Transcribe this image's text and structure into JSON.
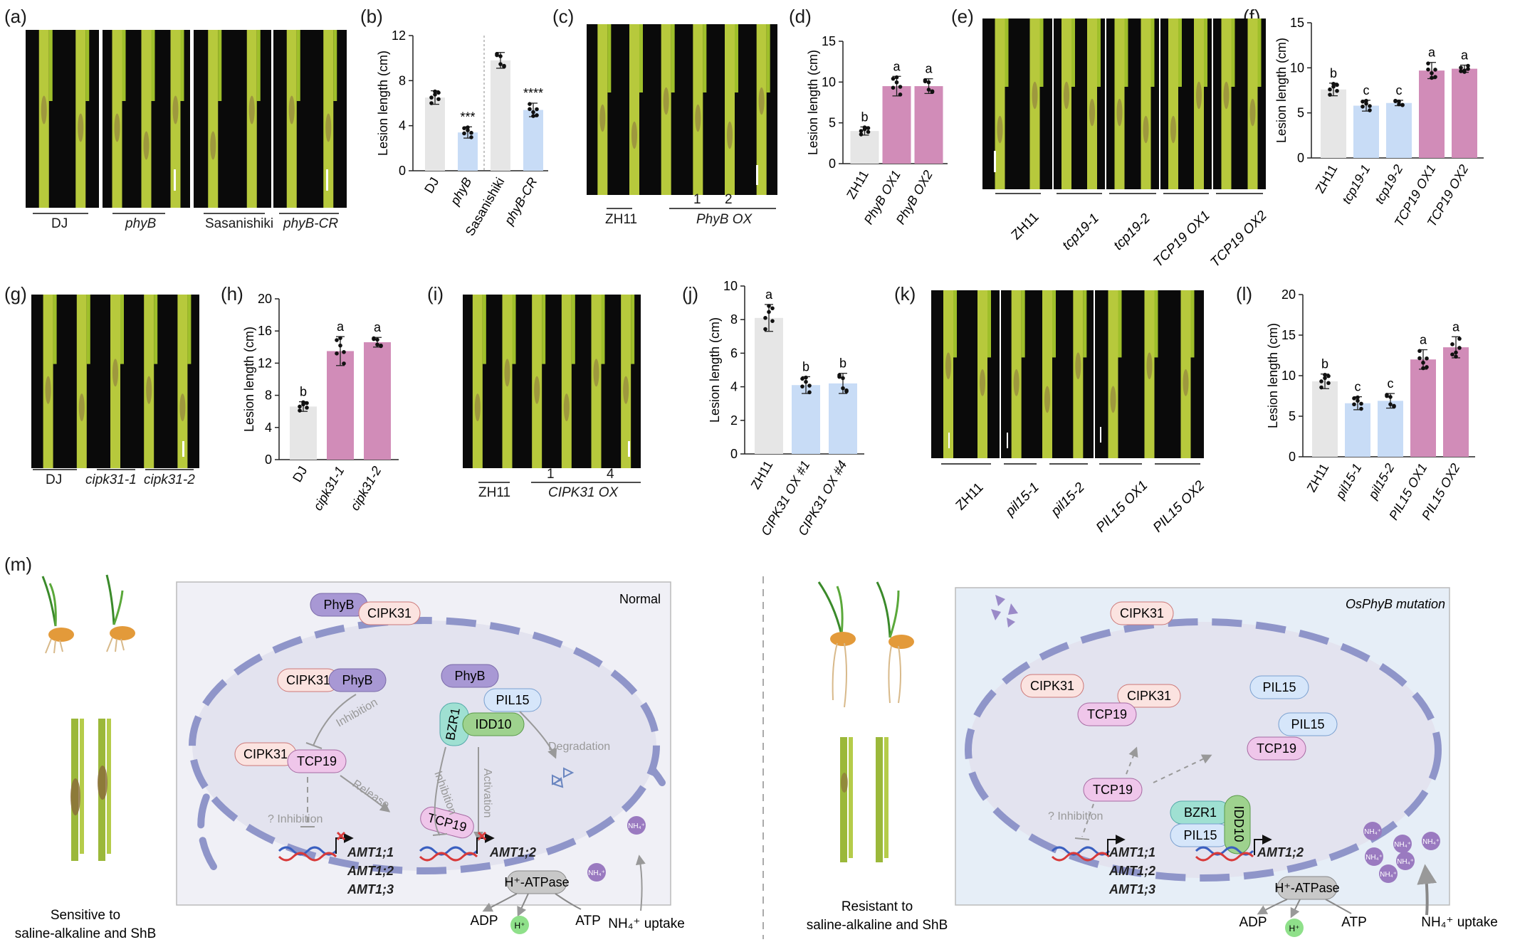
{
  "panels": {
    "a": {
      "letter": "(a)",
      "labels": [
        "DJ",
        "phyB",
        "Sasanishiki",
        "phyB-CR"
      ]
    },
    "b": {
      "letter": "(b)",
      "chart": 0
    },
    "c": {
      "letter": "(c)",
      "labels": [
        "ZH11",
        "PhyB OX"
      ],
      "lines": [
        "1",
        "2"
      ]
    },
    "d": {
      "letter": "(d)",
      "chart": 1
    },
    "e": {
      "letter": "(e)",
      "labels": [
        "ZH11",
        "tcp19-1",
        "tcp19-2",
        "TCP19 OX1",
        "TCP19 OX2"
      ]
    },
    "f": {
      "letter": "(f)",
      "chart": 2
    },
    "g": {
      "letter": "(g)",
      "labels": [
        "DJ",
        "cipk31-1",
        "cipk31-2"
      ]
    },
    "h": {
      "letter": "(h)",
      "chart": 3
    },
    "i": {
      "letter": "(i)",
      "labels": [
        "ZH11",
        "CIPK31 OX"
      ],
      "lines": [
        "1",
        "4"
      ]
    },
    "j": {
      "letter": "(j)",
      "chart": 4
    },
    "k": {
      "letter": "(k)",
      "labels": [
        "ZH11",
        "pil15-1",
        "pil15-2",
        "PIL15 OX1",
        "PIL15 OX2"
      ]
    },
    "l": {
      "letter": "(l)",
      "chart": 5
    },
    "m": {
      "letter": "(m)"
    }
  },
  "colors": {
    "grey": "#e8e8e8",
    "blue": "#c9ddf5",
    "pink": "#d08bb6",
    "cell": "#eeeef5",
    "membrane": "#8f95c9",
    "nucleus": "#e2e2ef"
  },
  "chart_data": [
    {
      "type": "bar",
      "ylabel": "Lesion length (cm)",
      "ylim": [
        0,
        12
      ],
      "yticks": [
        0,
        4,
        8,
        12
      ],
      "categories": [
        "DJ",
        "phyB",
        "Sasanishiki",
        "phyB-CR"
      ],
      "values": [
        6.5,
        3.4,
        9.8,
        5.4
      ],
      "errors": [
        0.6,
        0.5,
        0.7,
        0.6
      ],
      "colors": [
        "grey",
        "blue",
        "grey",
        "blue"
      ],
      "annotations": [
        "",
        "***",
        "",
        "****"
      ],
      "separator_after": 1
    },
    {
      "type": "bar",
      "ylabel": "Lesion length (cm)",
      "ylim": [
        0,
        15
      ],
      "yticks": [
        0,
        5,
        10,
        15
      ],
      "categories": [
        "ZH11",
        "PhyB OX1",
        "PhyB OX2"
      ],
      "values": [
        4.0,
        9.5,
        9.5
      ],
      "errors": [
        0.5,
        1.2,
        0.9
      ],
      "colors": [
        "grey",
        "pink",
        "pink"
      ],
      "annotations": [
        "b",
        "a",
        "a"
      ]
    },
    {
      "type": "bar",
      "ylabel": "Lesion length (cm)",
      "ylim": [
        0,
        15
      ],
      "yticks": [
        0,
        5,
        10,
        15
      ],
      "categories": [
        "ZH11",
        "tcp19-1",
        "tcp19-2",
        "TCP19 OX1",
        "TCP19 OX2"
      ],
      "values": [
        7.6,
        5.8,
        6.1,
        9.7,
        9.9
      ],
      "errors": [
        0.7,
        0.6,
        0.3,
        0.9,
        0.4
      ],
      "colors": [
        "grey",
        "blue",
        "blue",
        "pink",
        "pink"
      ],
      "annotations": [
        "b",
        "c",
        "c",
        "a",
        "a"
      ]
    },
    {
      "type": "bar",
      "ylabel": "Lesion length (cm)",
      "ylim": [
        0,
        20
      ],
      "yticks": [
        0,
        4,
        8,
        12,
        16,
        20
      ],
      "categories": [
        "DJ",
        "cipk31-1",
        "cipk31-2"
      ],
      "values": [
        6.6,
        13.5,
        14.6
      ],
      "errors": [
        0.6,
        1.8,
        0.6
      ],
      "colors": [
        "grey",
        "pink",
        "pink"
      ],
      "annotations": [
        "b",
        "a",
        "a"
      ]
    },
    {
      "type": "bar",
      "ylabel": "Lesion length (cm)",
      "ylim": [
        0,
        10
      ],
      "yticks": [
        0,
        2,
        4,
        6,
        8,
        10
      ],
      "categories": [
        "ZH11",
        "CIPK31 OX #1",
        "CIPK31 OX #4"
      ],
      "values": [
        8.1,
        4.1,
        4.2
      ],
      "errors": [
        0.8,
        0.5,
        0.6
      ],
      "colors": [
        "grey",
        "blue",
        "blue"
      ],
      "annotations": [
        "a",
        "b",
        "b"
      ]
    },
    {
      "type": "bar",
      "ylabel": "Lesion length (cm)",
      "ylim": [
        0,
        20
      ],
      "yticks": [
        0,
        5,
        10,
        15,
        20
      ],
      "categories": [
        "ZH11",
        "pil15-1",
        "pil15-2",
        "PIL15 OX1",
        "PIL15 OX2"
      ],
      "values": [
        9.3,
        6.6,
        6.9,
        12.0,
        13.5
      ],
      "errors": [
        0.9,
        0.8,
        0.9,
        1.2,
        1.3
      ],
      "colors": [
        "grey",
        "blue",
        "blue",
        "pink",
        "pink"
      ],
      "annotations": [
        "b",
        "c",
        "c",
        "a",
        "a"
      ]
    }
  ],
  "model": {
    "left": {
      "title": "Normal",
      "phenotype": "Sensitive to\nsaline-alkaline and ShB",
      "proteins": [
        "PhyB",
        "CIPK31",
        "CIPK31",
        "PhyB",
        "CIPK31",
        "TCP19",
        "PhyB",
        "BZR1",
        "PIL15",
        "IDD10",
        "TCP19"
      ],
      "labels": [
        "Inhibition",
        "Release",
        "? Inhibition",
        "Inhibition",
        "Activation",
        "Degradation"
      ],
      "genes": [
        "AMT1;1",
        "AMT1;2",
        "AMT1;3",
        "AMT1;2"
      ],
      "pump": "H⁺-ATPase",
      "adp": "ADP",
      "atp": "ATP",
      "h": "H⁺",
      "nh4": "NH₄⁺",
      "uptake": "NH₄⁺ uptake"
    },
    "right": {
      "title": "OsPhyB mutation",
      "phenotype": "Resistant to\nsaline-alkaline and ShB",
      "proteins": [
        "CIPK31",
        "CIPK31",
        "CIPK31",
        "TCP19",
        "PIL15",
        "PIL15",
        "TCP19",
        "TCP19",
        "BZR1",
        "IDD10",
        "PIL15"
      ],
      "labels": [
        "? Inhibition"
      ],
      "genes": [
        "AMT1;1",
        "AMT1;2",
        "AMT1;3",
        "AMT1;2"
      ],
      "pump": "H⁺-ATPase",
      "adp": "ADP",
      "atp": "ATP",
      "h": "H⁺",
      "nh4": "NH₄⁺",
      "uptake": "NH₄⁺ uptake"
    }
  }
}
